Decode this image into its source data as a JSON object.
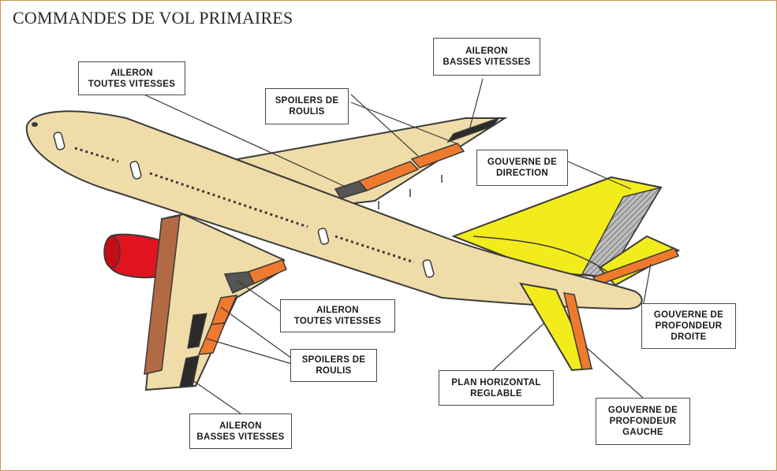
{
  "title": "COMMANDES DE VOL PRIMAIRES",
  "colors": {
    "fuselage": "#efdca8",
    "outline": "#3a3a3a",
    "spoiler": "#ef7a2e",
    "tail": "#f3ec1c",
    "engine": "#e0131f",
    "aileron_brown": "#b26a45",
    "dark_panel": "#2b2b2b",
    "hatch": "#9a9a9a",
    "frame": "#c9954f"
  },
  "callouts": {
    "aileron_tv_top": {
      "line1": "AILERON",
      "line2": "TOUTES VITESSES"
    },
    "aileron_bv_top": {
      "line1": "AILERON",
      "line2": "BASSES VITESSES"
    },
    "spoilers_top": {
      "line1": "SPOILERS DE",
      "line2": "ROULIS"
    },
    "gouverne_direction": {
      "line1": "GOUVERNE DE",
      "line2": "DIRECTION"
    },
    "aileron_tv_bottom": {
      "line1": "AILERON",
      "line2": "TOUTES VITESSES"
    },
    "spoilers_bottom": {
      "line1": "SPOILERS DE",
      "line2": "ROULIS"
    },
    "profondeur_droite": {
      "line1": "GOUVERNE DE",
      "line2": "PROFONDEUR",
      "line3": "DROITE"
    },
    "plan_horizontal": {
      "line1": "PLAN HORIZONTAL",
      "line2": "REGLABLE"
    },
    "profondeur_gauche": {
      "line1": "GOUVERNE DE",
      "line2": "PROFONDEUR",
      "line3": "GAUCHE"
    },
    "aileron_bv_bottom": {
      "line1": "AILERON",
      "line2": "BASSES VITESSES"
    }
  }
}
